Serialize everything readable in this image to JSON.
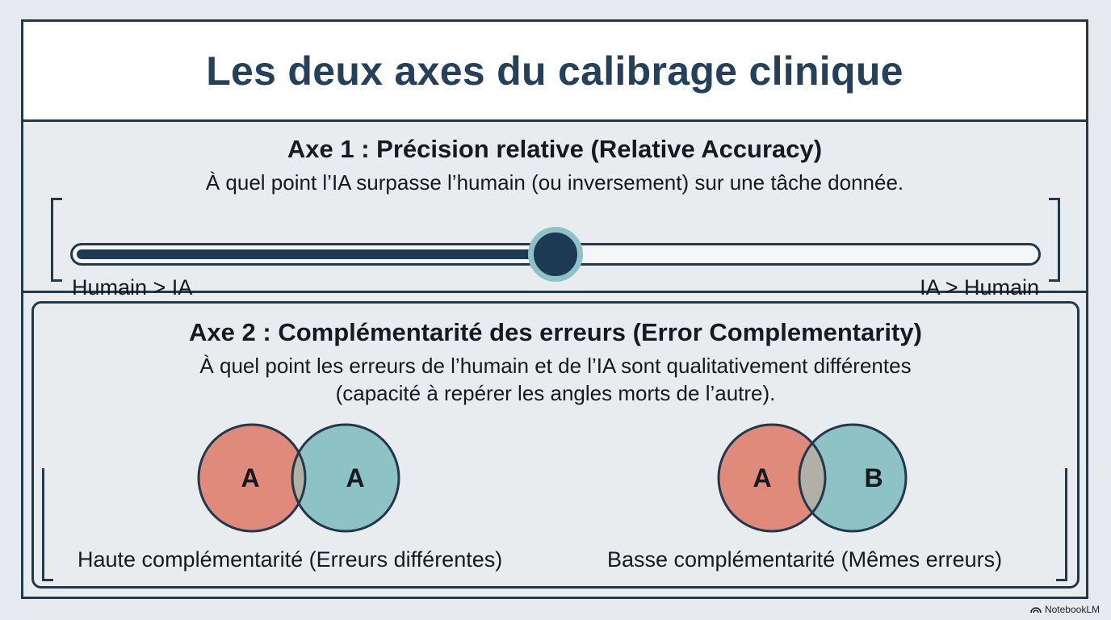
{
  "title": "Les deux axes du calibrage clinique",
  "axis1": {
    "heading": "Axe 1 : Précision relative (Relative Accuracy)",
    "description": "À quel point l’IA surpasse l’humain (ou inversement) sur une tâche donnée.",
    "left_label": "Humain > IA",
    "right_label": "IA > Humain",
    "slider_position": 0.5
  },
  "axis2": {
    "heading": "Axe 2 : Complémentarité des erreurs (Error Complementarity)",
    "description_line1": "À quel point les erreurs de l’humain et de l’IA sont qualitativement différentes",
    "description_line2": "(capacité à repérer les angles morts de l’autre).",
    "venn_high": {
      "left_letter": "A",
      "right_letter": "A",
      "caption": "Haute complémentarité (Erreurs différentes)"
    },
    "venn_low": {
      "left_letter": "A",
      "right_letter": "B",
      "caption": "Basse complémentarité (Mêmes erreurs)"
    }
  },
  "colors": {
    "navy": "#24384b",
    "title": "#24405a",
    "salmon": "#e08a7c",
    "teal": "#8ec3c6"
  },
  "watermark": "NotebookLM"
}
